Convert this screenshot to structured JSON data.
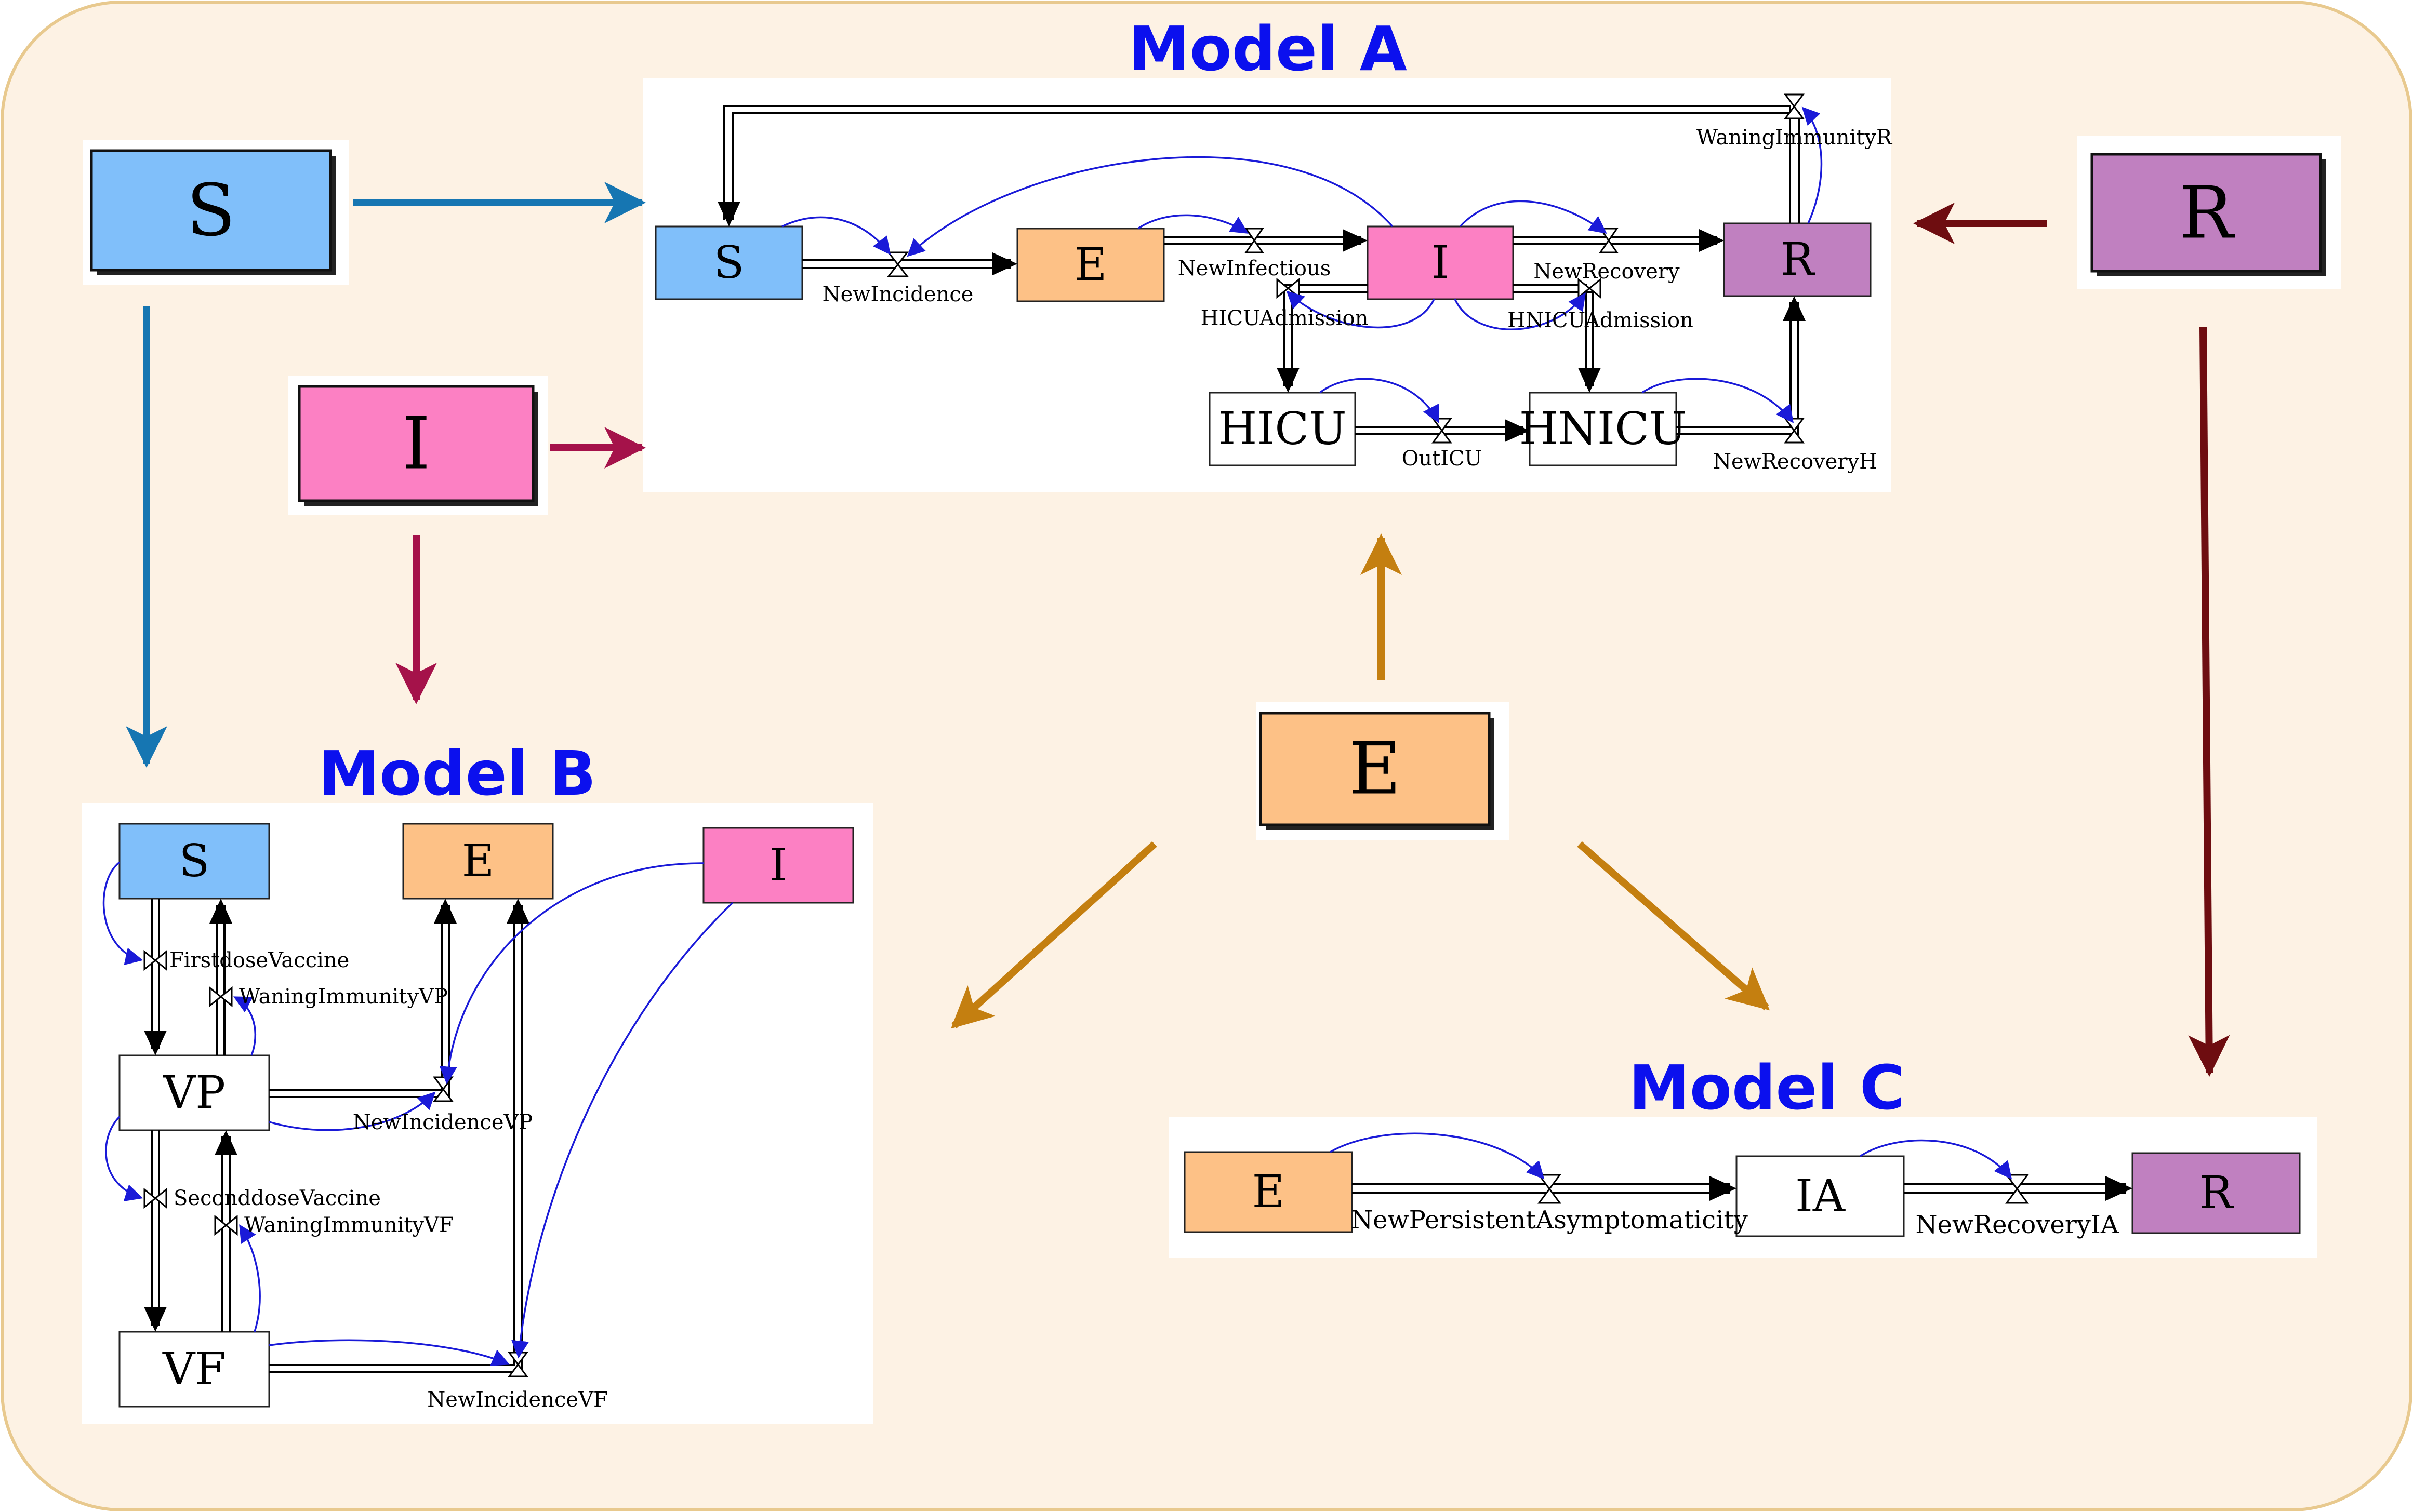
{
  "colors": {
    "background": "#fdf2e4",
    "border": "#e8c98e",
    "S": "#80bffa",
    "E": "#fdc186",
    "I": "#fc80c3",
    "R": "#c080c0",
    "plain": "#ffffff",
    "link": "#1a1ad8",
    "arrowS": "#1676b2",
    "arrowI": "#a5124a",
    "arrowR": "#6e0d10",
    "arrowE": "#c47f10",
    "title": "#0b10ee"
  },
  "legend": {
    "S": "S",
    "I": "I",
    "E": "E",
    "R": "R"
  },
  "modelA": {
    "title": "Model A",
    "boxes": {
      "S": "S",
      "E": "E",
      "I": "I",
      "R": "R",
      "HICU": "HICU",
      "HNICU": "HNICU"
    },
    "flows": {
      "newIncidence": "NewIncidence",
      "newInfectious": "NewInfectious",
      "newRecovery": "NewRecovery",
      "waningImmunityR": "WaningImmunityR",
      "hicuAdmission": "HICUAdmission",
      "hnicuAdmission": "HNICUAdmission",
      "outICU": "OutICU",
      "newRecoveryH": "NewRecoveryH"
    }
  },
  "modelB": {
    "title": "Model B",
    "boxes": {
      "S": "S",
      "E": "E",
      "I": "I",
      "VP": "VP",
      "VF": "VF"
    },
    "flows": {
      "firstdoseVaccine": "FirstdoseVaccine",
      "waningImmunityVP": "WaningImmunityVP",
      "newIncidenceVP": "NewIncidenceVP",
      "seconddoseVaccine": "SeconddoseVaccine",
      "waningImmunityVF": "WaningImmunityVF",
      "newIncidenceVF": "NewIncidenceVF"
    }
  },
  "modelC": {
    "title": "Model C",
    "boxes": {
      "E": "E",
      "IA": "IA",
      "R": "R"
    },
    "flows": {
      "newPersistentAsymptomaticity": "NewPersistentAsymptomaticity",
      "newRecoveryIA": "NewRecoveryIA"
    }
  }
}
